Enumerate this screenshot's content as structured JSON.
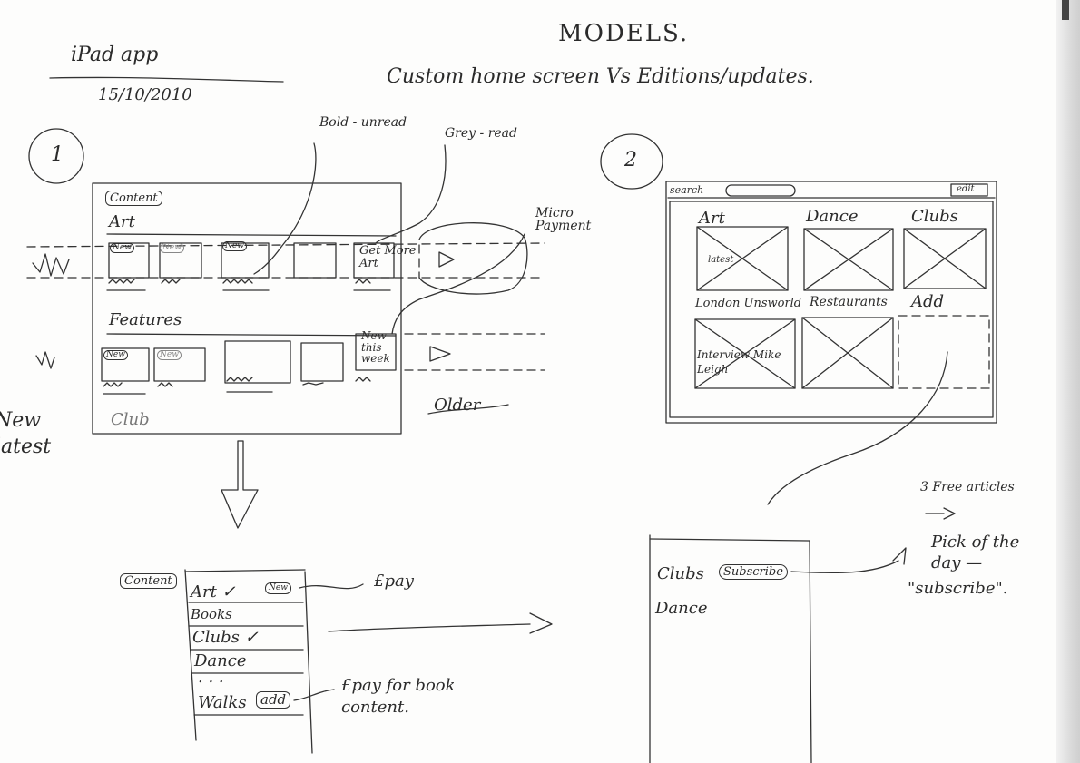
{
  "header": {
    "left_title": "iPad app",
    "date": "15/10/2010",
    "center_title": "MODELS.",
    "subtitle": "Custom home screen  Vs  Editions/updates."
  },
  "model1": {
    "number": "1",
    "content_tab": "Content",
    "annotation_bold": "Bold - unread",
    "annotation_grey": "Grey - read",
    "annotation_micro": "Micro Payment",
    "section_art": "Art",
    "section_features": "Features",
    "section_club": "Club",
    "badge_new": "New",
    "get_more": "Get More Art",
    "new_this_week": "New this week",
    "older": "Older",
    "left_note": "New latest"
  },
  "menu": {
    "content_tab": "Content",
    "items": [
      {
        "label": "Art ✓",
        "badge": "New"
      },
      {
        "label": "Books",
        "badge": ""
      },
      {
        "label": "Clubs ✓",
        "badge": ""
      },
      {
        "label": "Dance",
        "badge": ""
      },
      {
        "label": ". . .",
        "badge": ""
      },
      {
        "label": "Walks",
        "badge": "add"
      }
    ],
    "note_pay": "£pay",
    "note_book": "£pay for book content."
  },
  "model2": {
    "number": "2",
    "search_label": "search",
    "edit_label": "edit",
    "tiles": [
      {
        "label": "Art",
        "caption": "latest"
      },
      {
        "label": "Dance",
        "caption": ""
      },
      {
        "label": "Clubs",
        "caption": ""
      },
      {
        "label": "London Unsworld",
        "caption": "Interview Mike Leigh"
      },
      {
        "label": "Restaurants",
        "caption": ""
      },
      {
        "label": "Add",
        "caption": ""
      }
    ]
  },
  "subscribe_panel": {
    "clubs_label": "Clubs",
    "subscribe_button": "Subscribe",
    "dance_label": "Dance",
    "note_free": "3 Free articles",
    "note_pick": "Pick of the day —",
    "note_subscribe": "\"subscribe\"."
  }
}
